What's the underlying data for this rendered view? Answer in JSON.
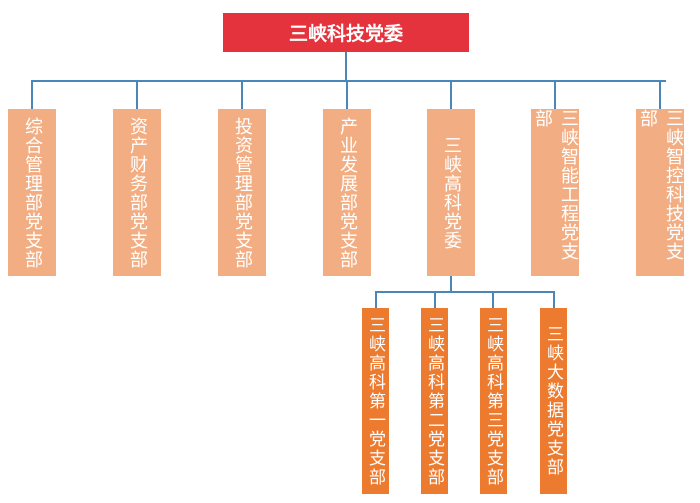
{
  "root": {
    "label": "三峡科技党委"
  },
  "level1": [
    {
      "label": "综合管理部党支部"
    },
    {
      "label": "资产财务部党支部"
    },
    {
      "label": "投资管理部党支部"
    },
    {
      "label": "产业发展部党支部"
    },
    {
      "label": "三峡高科党委"
    },
    {
      "label": "三峡智能工程党支部"
    },
    {
      "label": "三峡智控科技党支部"
    }
  ],
  "level2": [
    {
      "label": "三峡高科第一党支部"
    },
    {
      "label": "三峡高科第二党支部"
    },
    {
      "label": "三峡高科第三党支部"
    },
    {
      "label": "三峡大数据党支部"
    }
  ],
  "colors": {
    "root": "#e5333d",
    "level1": "#f2ae82",
    "level2": "#ec7a2f",
    "connector": "#4a86b8"
  }
}
